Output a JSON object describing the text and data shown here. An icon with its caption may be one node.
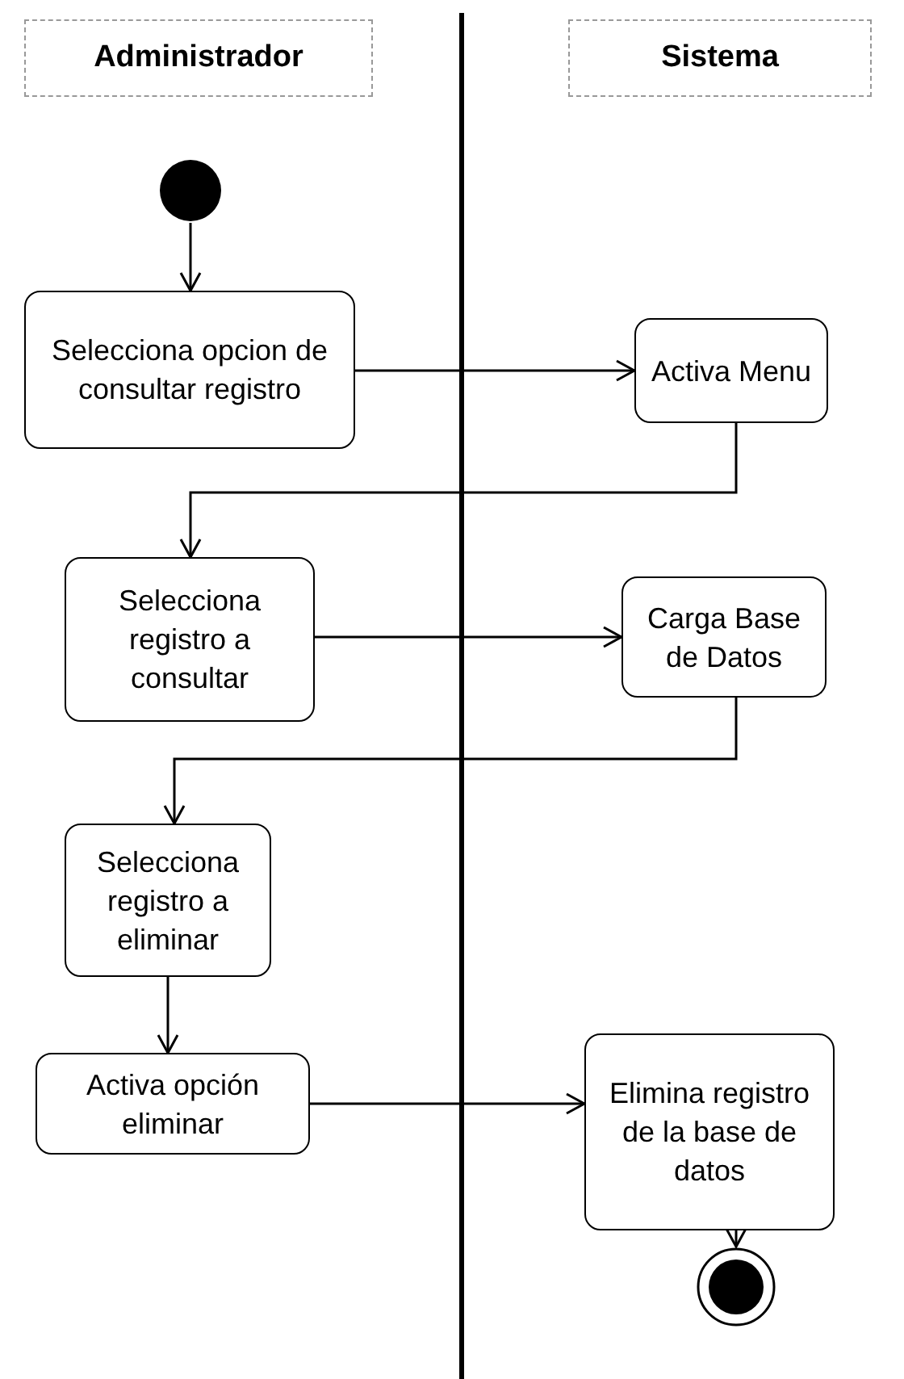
{
  "diagram": {
    "nodes": [
      {
        "text": [
          "Administrador"
        ]
      },
      {
        "text": [
          "Sistema"
        ]
      },
      {
        "text": [],
        "shape": "circle"
      },
      {
        "text": [
          "Selecciona opcion de consultar registro"
        ]
      },
      {
        "text": [
          "Activa Menu"
        ]
      },
      {
        "text": [
          "Selecciona registro a consultar"
        ]
      },
      {
        "text": [
          "Carga Base de Datos"
        ]
      },
      {
        "text": [
          "Selecciona registro a eliminar"
        ]
      },
      {
        "text": [
          "Activa opción eliminar"
        ]
      },
      {
        "text": [
          "Elimina registro de la base de datos"
        ]
      },
      {
        "text": [],
        "shape": "circle"
      }
    ],
    "edges": [
      {
        "from": 2,
        "to": 3,
        "arrow": "to"
      },
      {
        "from": 3,
        "to": 4,
        "arrow": "to"
      },
      {
        "from": 4,
        "to": 5,
        "arrow": "to"
      },
      {
        "from": 5,
        "to": 6,
        "arrow": "to"
      },
      {
        "from": 6,
        "to": 7,
        "arrow": "to"
      },
      {
        "from": 7,
        "to": 8,
        "arrow": "to"
      },
      {
        "from": 8,
        "to": 9,
        "arrow": "to"
      },
      {
        "from": 9,
        "to": 10,
        "arrow": "to"
      }
    ]
  }
}
